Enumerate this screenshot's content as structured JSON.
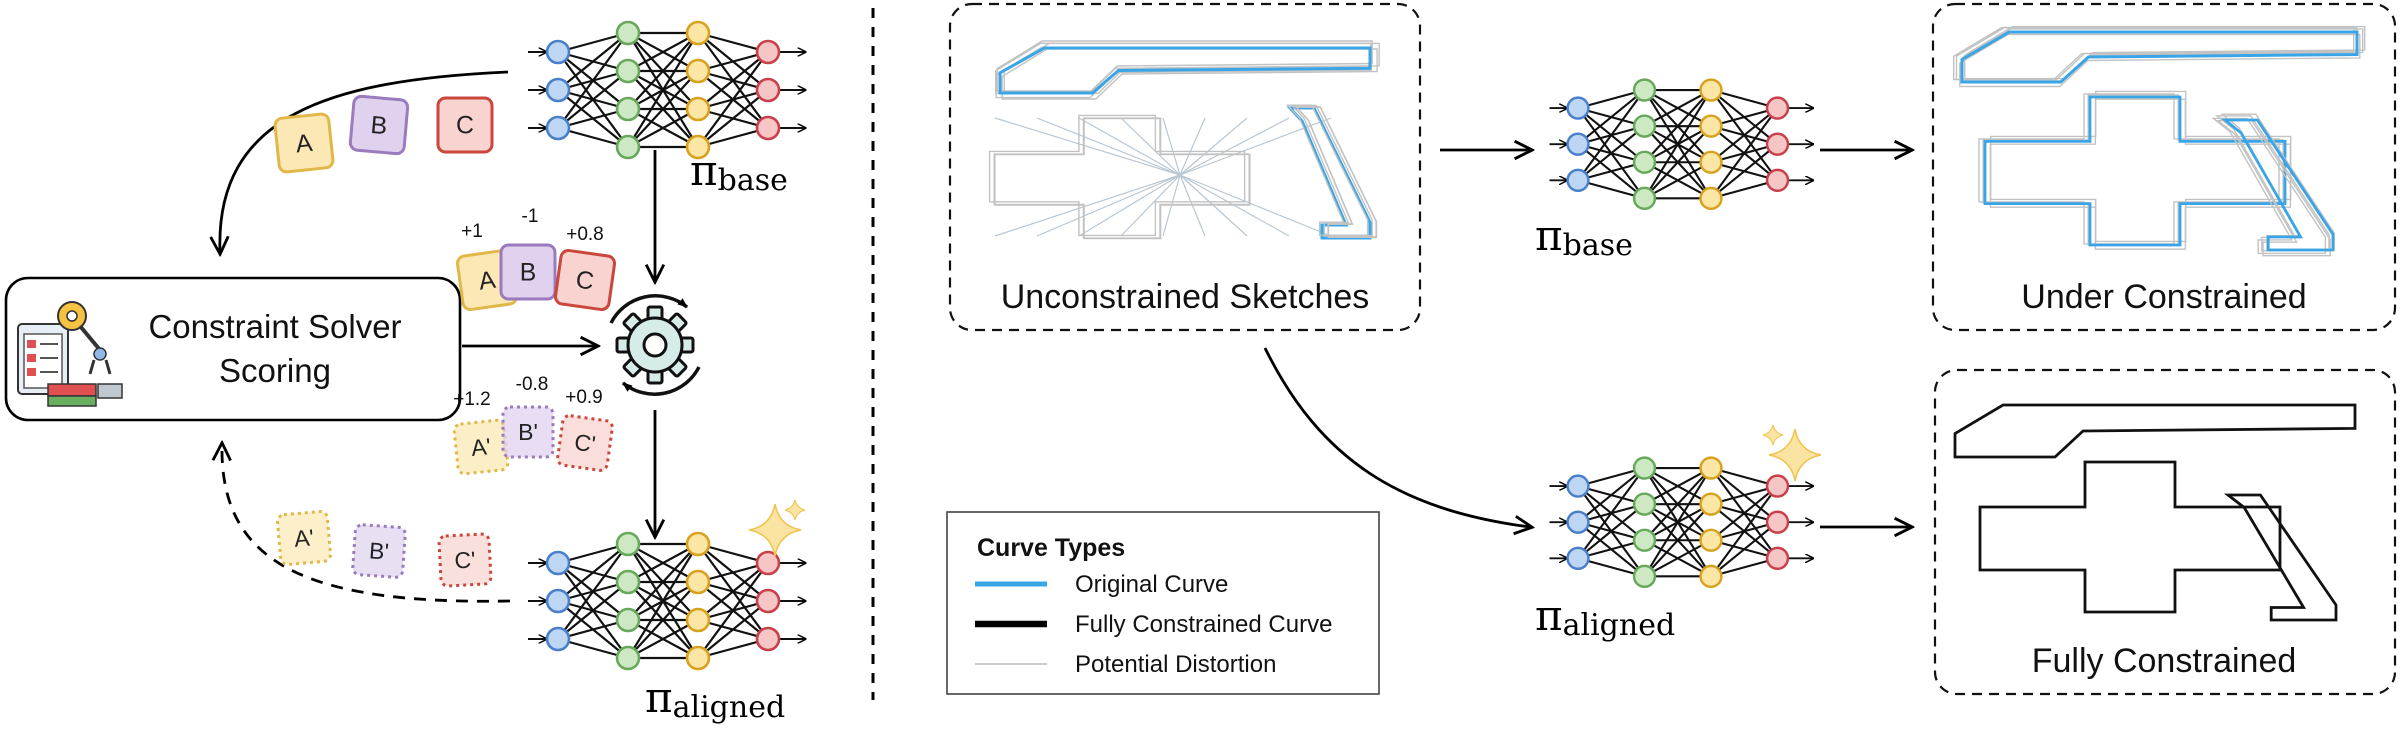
{
  "solver_box": {
    "label_line1": "Constraint Solver",
    "label_line2": "Scoring"
  },
  "policies": {
    "base_top": {
      "pi": "π",
      "sub": "base"
    },
    "aligned_bottom": {
      "pi": "π",
      "sub": "aligned"
    },
    "base_right": {
      "pi": "π",
      "sub": "base"
    },
    "aligned_right": {
      "pi": "π",
      "sub": "aligned"
    }
  },
  "candidates_top": [
    "A",
    "B",
    "C"
  ],
  "candidates_bottom": [
    "A'",
    "B'",
    "C'"
  ],
  "scored_top": {
    "labels": [
      "A",
      "B",
      "C"
    ],
    "scores": [
      "+1",
      "-1",
      "+0.8"
    ]
  },
  "scored_bottom": {
    "labels": [
      "A'",
      "B'",
      "C'"
    ],
    "scores": [
      "+1.2",
      "-0.8",
      "+0.9"
    ]
  },
  "panels": {
    "unconstrained": "Unconstrained Sketches",
    "under": "Under Constrained",
    "fully": "Fully Constrained"
  },
  "legend": {
    "title": "Curve Types",
    "items": [
      {
        "label": "Original Curve",
        "color": "#3aa5e6"
      },
      {
        "label": "Fully Constrained Curve",
        "color": "#000000"
      },
      {
        "label": "Potential Distortion",
        "color": "#bbbbbb"
      }
    ]
  },
  "colors": {
    "A": {
      "fill": "#fbe8b4",
      "stroke": "#e0b84a"
    },
    "B": {
      "fill": "#e0d2ee",
      "stroke": "#9a7bbd"
    },
    "C": {
      "fill": "#f8d3cf",
      "stroke": "#c9473c"
    },
    "node_blue": {
      "fill": "#bcd6f3",
      "stroke": "#4a7fc9"
    },
    "node_green": {
      "fill": "#cde9c3",
      "stroke": "#68a85a"
    },
    "node_yellow": {
      "fill": "#fbe6a6",
      "stroke": "#d8a21e"
    },
    "node_red": {
      "fill": "#f6c5c6",
      "stroke": "#c9404a"
    },
    "curve_blue": "#3aa5e6"
  }
}
